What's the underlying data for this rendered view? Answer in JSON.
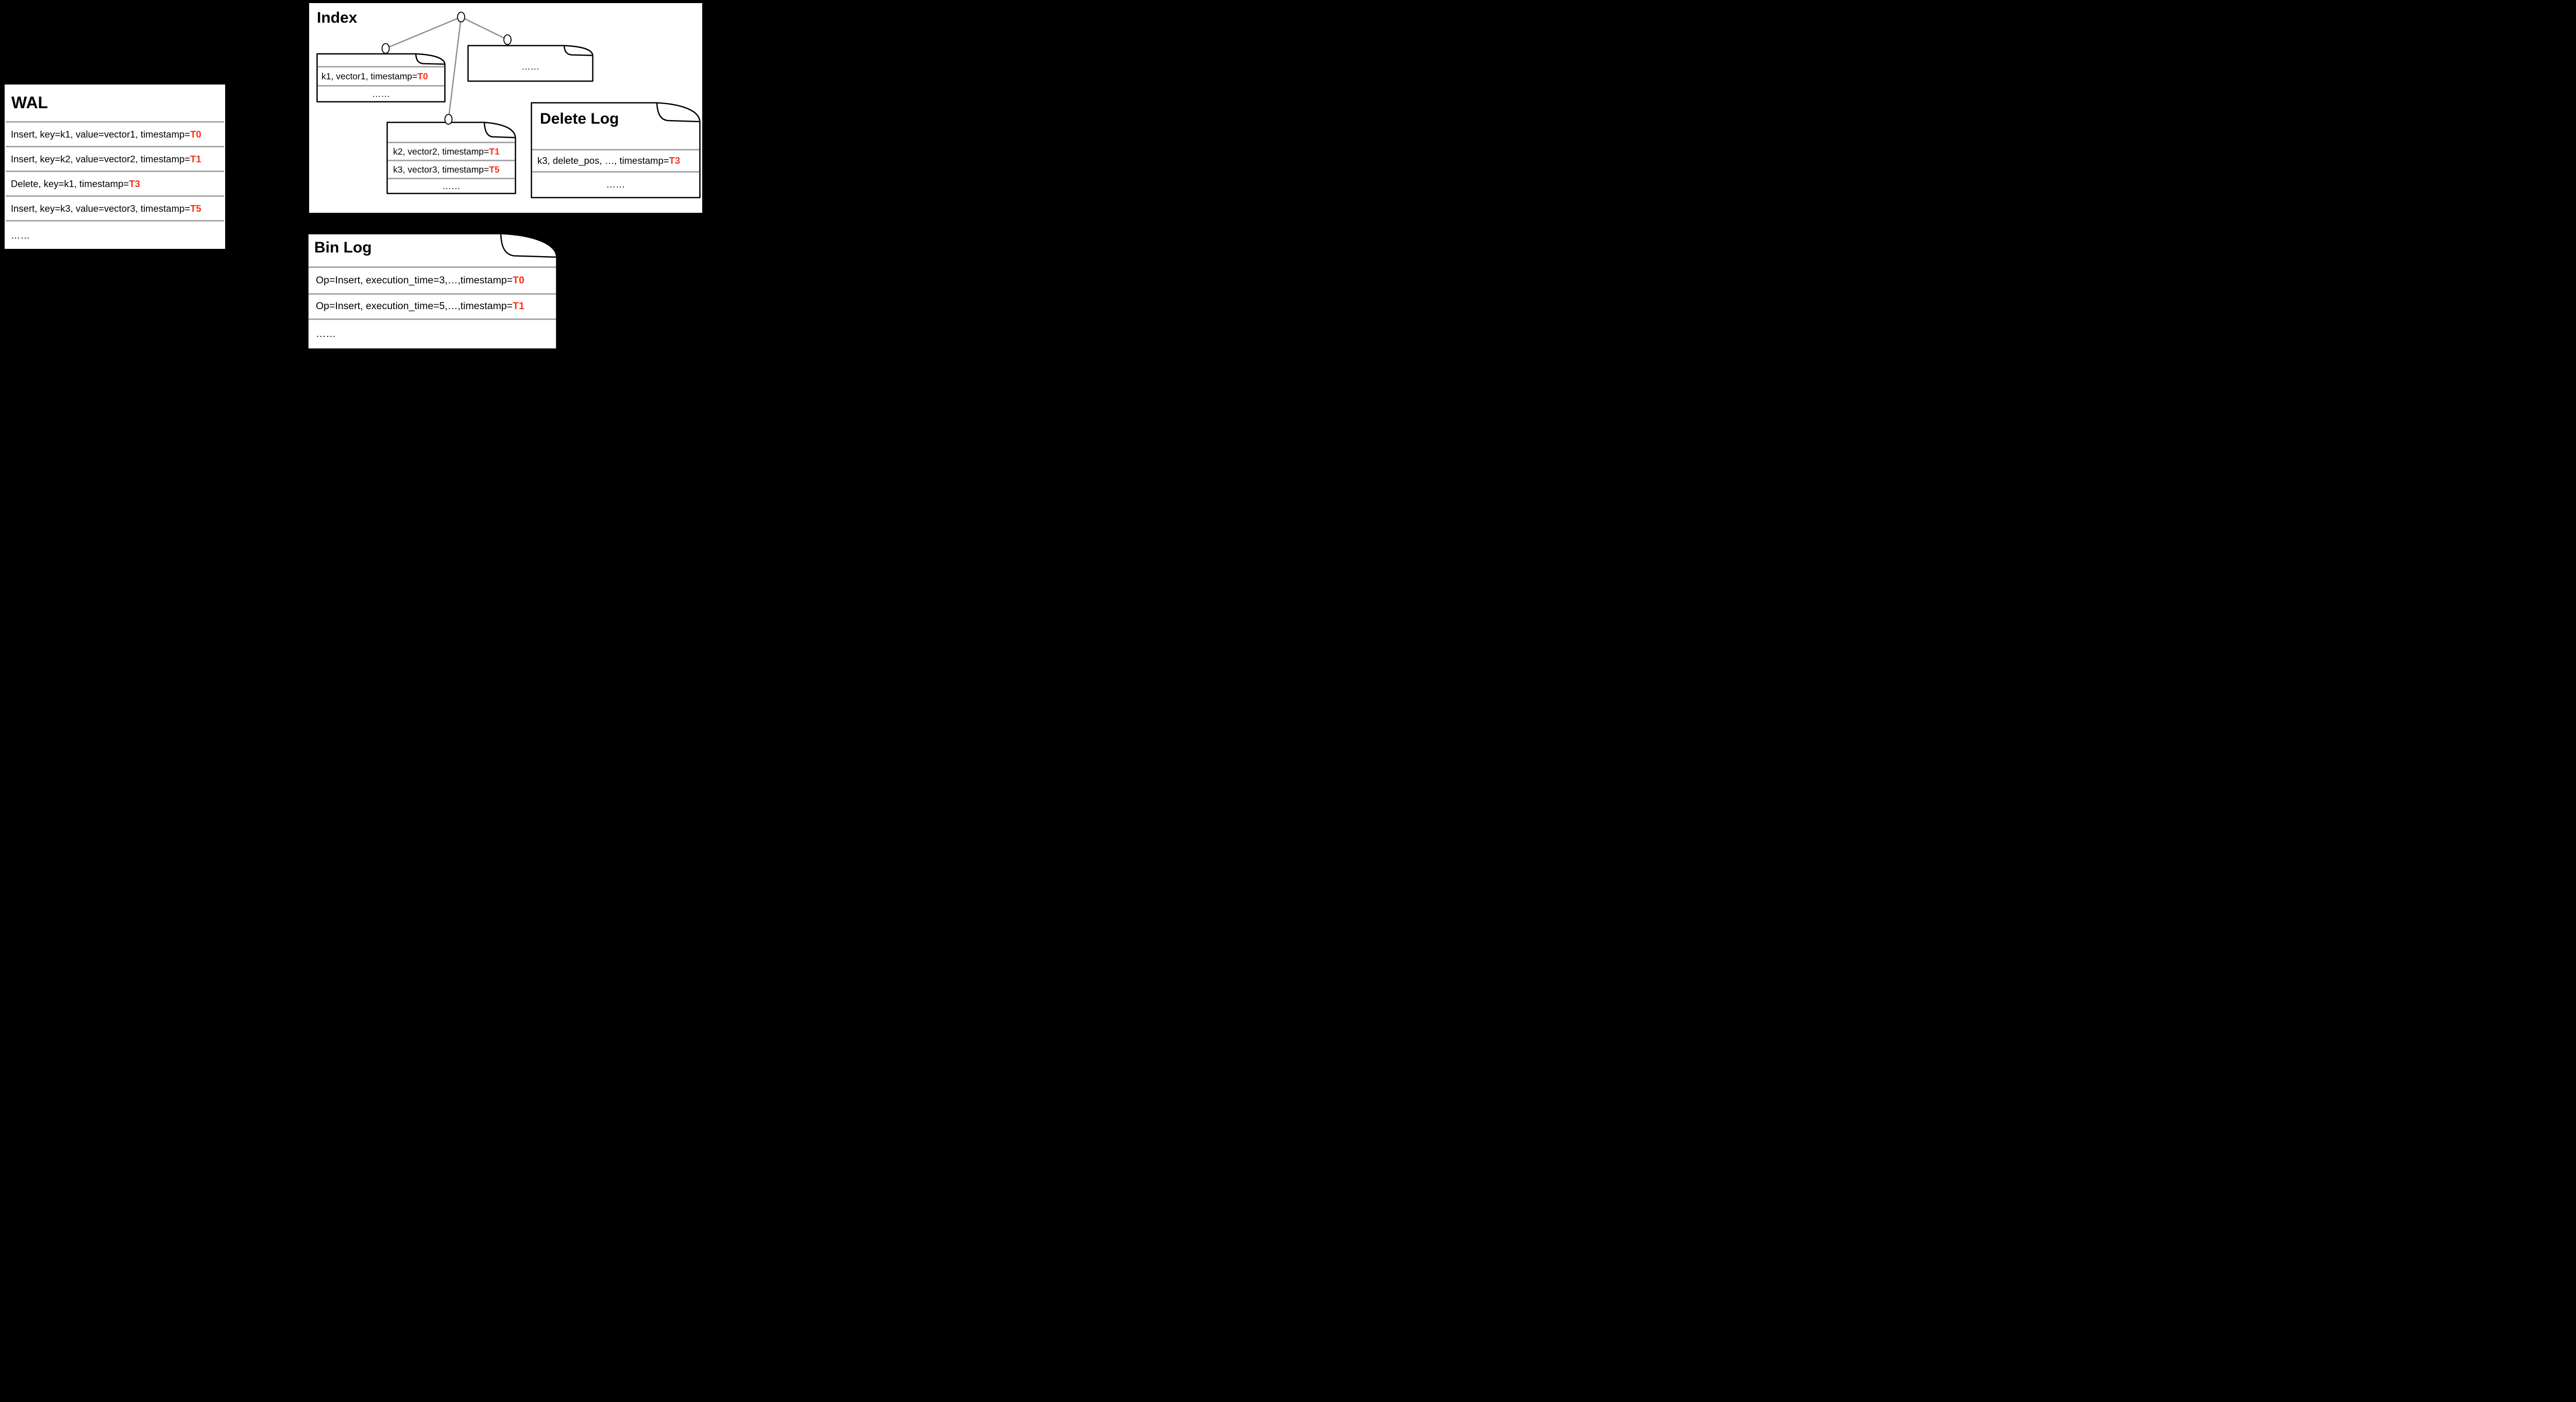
{
  "colors": {
    "background": "#000000",
    "page_background": "#ffffff",
    "border": "#000000",
    "separator": "#a8a8a8",
    "tree_edge": "#8f8f8f",
    "timestamp_highlight": "#ff2d16"
  },
  "wal": {
    "title": "WAL",
    "rows": [
      {
        "text": "Insert, key=k1, value=vector1, timestamp=",
        "ts": "T0"
      },
      {
        "text": "Insert, key=k2, value=vector2, timestamp=",
        "ts": "T1"
      },
      {
        "text": "Delete, key=k1, timestamp=",
        "ts": "T3"
      },
      {
        "text": "Insert, key=k3, value=vector3, timestamp=",
        "ts": "T5"
      },
      {
        "text": "……",
        "ts": ""
      }
    ]
  },
  "index": {
    "title": "Index",
    "tree": {
      "node_count": 4
    },
    "segment1": {
      "rows": [
        {
          "text": "k1, vector1, timestamp=",
          "ts": "T0"
        },
        {
          "text": "……",
          "ts": ""
        }
      ]
    },
    "segment2": {
      "rows": [
        {
          "text": "k2, vector2, timestamp=",
          "ts": "T1"
        },
        {
          "text": "k3, vector3, timestamp=",
          "ts": "T5"
        },
        {
          "text": "……",
          "ts": ""
        }
      ]
    },
    "more_page": {
      "rows": [
        {
          "text": "……",
          "ts": ""
        }
      ]
    }
  },
  "delete_log": {
    "title": "Delete Log",
    "rows": [
      {
        "text": "k3, delete_pos, …, timestamp=",
        "ts": "T3"
      },
      {
        "text": "……",
        "ts": ""
      }
    ]
  },
  "bin_log": {
    "title": "Bin Log",
    "rows": [
      {
        "text": "Op=Insert, execution_time=3,…,timestamp=",
        "ts": "T0"
      },
      {
        "text": "Op=Insert, execution_time=5,…,timestamp=",
        "ts": "T1"
      },
      {
        "text": "……",
        "ts": ""
      }
    ]
  }
}
